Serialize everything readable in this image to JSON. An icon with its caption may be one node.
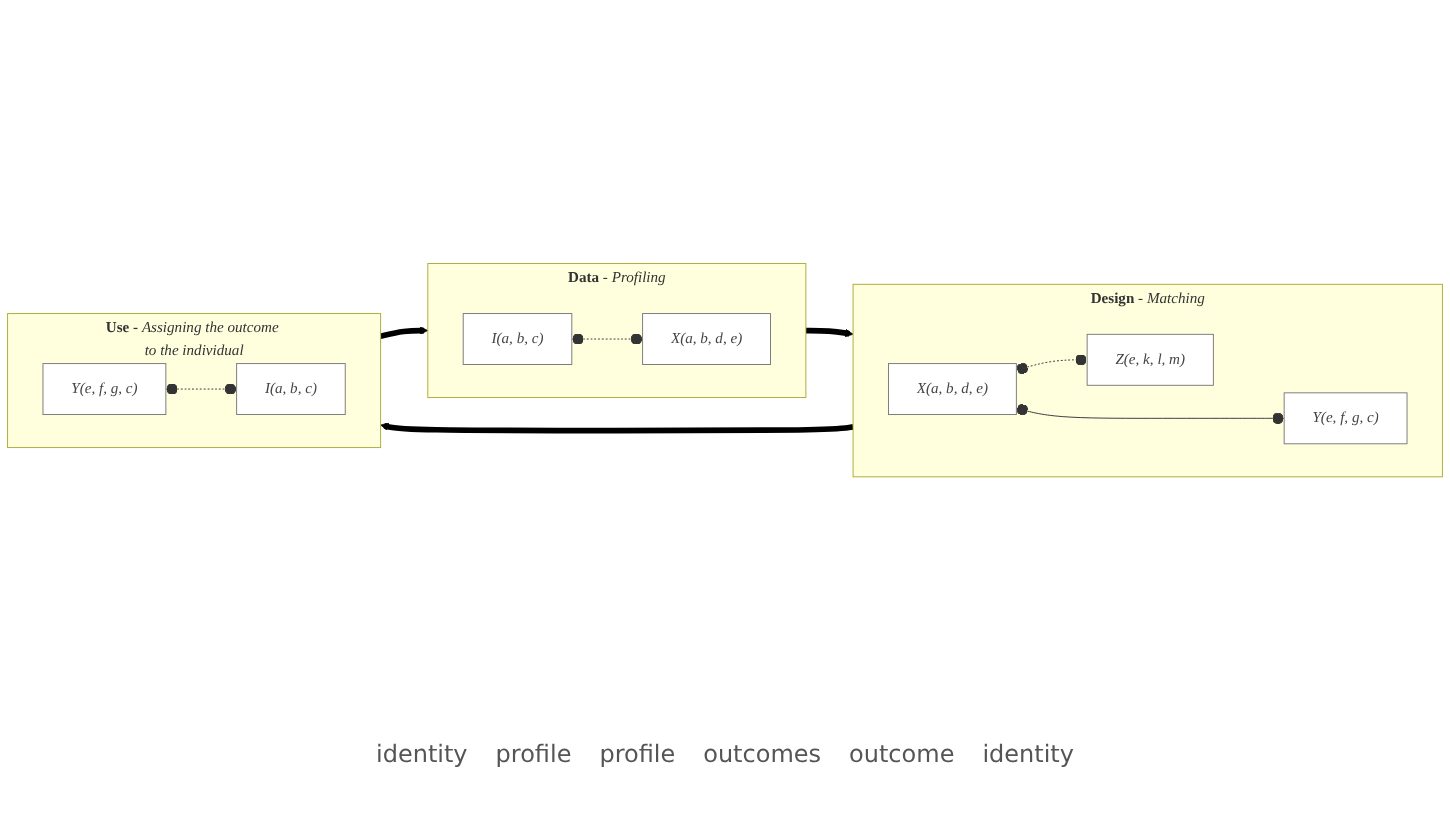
{
  "diagram": {
    "nodes": [
      {
        "text": [
          "**Data** - *Profiling*"
        ]
      },
      {
        "text": [
          "I(a, b, c)"
        ],
        "in": 0
      },
      {
        "text": [
          "X(a, b, d, e)"
        ],
        "in": 0
      },
      {
        "text": [
          "**Design** - *Matching*"
        ]
      },
      {
        "text": [
          "X(a, b, d, e)"
        ],
        "in": 3
      },
      {
        "text": [
          "Y(e, f, g, c)"
        ],
        "in": 3
      },
      {
        "text": [
          "Z(e, k, l, m)"
        ],
        "in": 3
      },
      {
        "text": [
          "**Use -** *Assigning the outcome to the individual*"
        ]
      },
      {
        "text": [
          "Y(e, f, g, c)"
        ],
        "in": 7
      },
      {
        "text": [
          "I(a, b, c)"
        ],
        "in": 7
      }
    ],
    "edges": [
      {
        "from": 1,
        "to": 2,
        "arrow": "other",
        "style": "dashed"
      },
      {
        "from": 0,
        "to": 3,
        "arrow": "to",
        "style": "thick"
      },
      {
        "from": 4,
        "to": 5,
        "arrow": "other"
      },
      {
        "from": 4,
        "to": 6,
        "arrow": "other",
        "style": "dashed"
      },
      {
        "from": 3,
        "to": 7,
        "arrow": "to",
        "style": "thick"
      },
      {
        "from": 8,
        "to": 9,
        "arrow": "other",
        "style": "dashed"
      },
      {
        "from": 7,
        "to": 0,
        "arrow": "to",
        "style": "thick"
      }
    ],
    "labels": [
      "identity",
      "profile",
      "profile",
      "outcomes",
      "outcome",
      "identity"
    ]
  }
}
